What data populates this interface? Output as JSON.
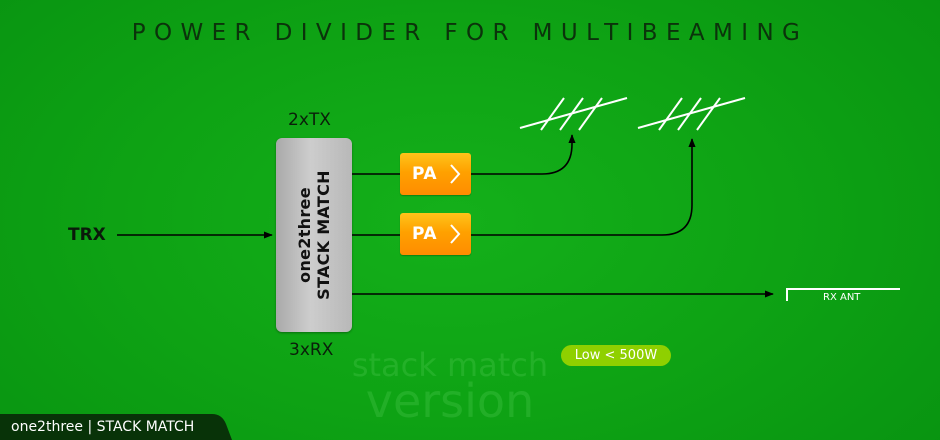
{
  "title": "POWER DIVIDER FOR MULTIBEAMING",
  "stack_box": {
    "line1": "one2three",
    "line2": "STACK MATCH"
  },
  "labels": {
    "tx": "2xTX",
    "rx": "3xRX",
    "trx": "TRX",
    "rx_ant": "RX ANT"
  },
  "amplifiers": [
    {
      "label": "PA"
    },
    {
      "label": "PA"
    }
  ],
  "badge": "Low < 500W",
  "watermark": {
    "line1": "stack match",
    "line2": "version"
  },
  "footer": "one2three | STACK MATCH",
  "colors": {
    "background": "#0ea314",
    "amplifier": "#ffa100",
    "badge": "#8fd000",
    "footer": "#083308"
  },
  "icons": [
    "yagi-antenna-icon",
    "yagi-antenna-icon",
    "rx-antenna-icon",
    "chevron-right-icon"
  ]
}
